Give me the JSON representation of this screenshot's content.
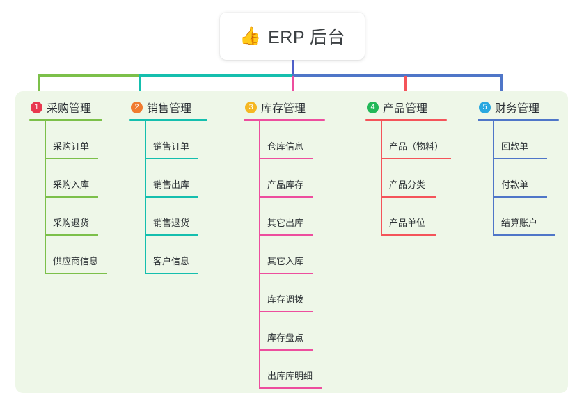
{
  "diagram": {
    "type": "organization-tree",
    "root": {
      "icon": "thumbs-up-emoji",
      "emoji": "👍",
      "title": "ERP 后台"
    },
    "panel_color": "#eef7e8",
    "root_connector_color": "#4f5fc8",
    "columns": [
      {
        "number": "1",
        "badge_color": "#e8384f",
        "line_color": "#7cc04a",
        "title": "采购管理",
        "items": [
          "采购订单",
          "采购入库",
          "采购退货",
          "供应商信息"
        ]
      },
      {
        "number": "2",
        "badge_color": "#f07b30",
        "line_color": "#15bfae",
        "title": "销售管理",
        "items": [
          "销售订单",
          "销售出库",
          "销售退货",
          "客户信息"
        ]
      },
      {
        "number": "3",
        "badge_color": "#f5b722",
        "line_color": "#ed4e9e",
        "title": "库存管理",
        "items": [
          "仓库信息",
          "产品库存",
          "其它出库",
          "其它入库",
          "库存调拨",
          "库存盘点",
          "出库库明细"
        ]
      },
      {
        "number": "4",
        "badge_color": "#22b858",
        "line_color": "#f4545a",
        "title": "产品管理",
        "items": [
          "产品（物料）",
          "产品分类",
          "产品单位"
        ]
      },
      {
        "number": "5",
        "badge_color": "#29a8e0",
        "line_color": "#4f76c8",
        "title": "财务管理",
        "items": [
          "回款单",
          "付款单",
          "结算账户"
        ]
      }
    ]
  }
}
